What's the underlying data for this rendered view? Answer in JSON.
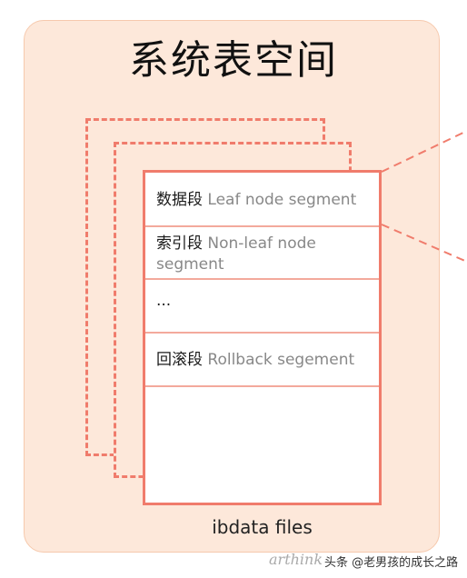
{
  "diagram": {
    "title": "系统表空间",
    "caption": "ibdata files",
    "segments": [
      {
        "cn": "数据段",
        "en": "Leaf node segment"
      },
      {
        "cn": "索引段",
        "en": "Non-leaf node segment"
      },
      {
        "cn": "",
        "en": "..."
      },
      {
        "cn": "回滚段",
        "en": "Rollback segement"
      }
    ]
  },
  "watermark": {
    "left": "arthink",
    "right": "头条 @老男孩的成长之路"
  },
  "colors": {
    "accent": "#f07c6c",
    "panel": "#fde8da",
    "panel_border": "#f6c9ad"
  }
}
